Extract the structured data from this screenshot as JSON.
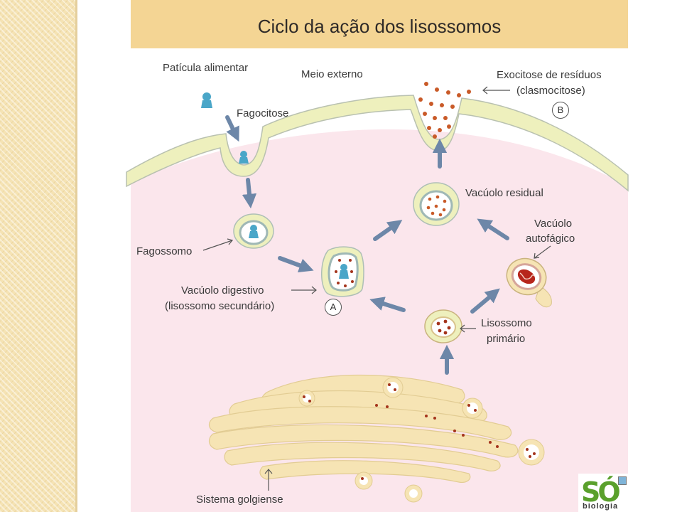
{
  "title": "Ciclo da ação dos lisossomos",
  "labels": {
    "particula": "Patícula alimentar",
    "meio_externo": "Meio externo",
    "exocitose_1": "Exocitose de resíduos",
    "exocitose_2": "(clasmocitose)",
    "fagocitose": "Fagocitose",
    "vacuolo_residual": "Vacúolo residual",
    "vacuolo_autofagico_1": "Vacúolo",
    "vacuolo_autofagico_2": "autofágico",
    "fagossomo": "Fagossomo",
    "vacuolo_digestivo_1": "Vacúolo digestivo",
    "vacuolo_digestivo_2": "(lisossomo secundário)",
    "lisossomo_primario_1": "Lisossomo",
    "lisossomo_primario_2": "primário",
    "sistema_golgiense": "Sistema golgiense"
  },
  "markers": {
    "a": "A",
    "b": "B"
  },
  "logo": {
    "mark": "SÓ",
    "text": "biologia"
  },
  "colors": {
    "cytoplasm": "#fbe6ec",
    "membrane": "#eef0bd",
    "membrane_edge": "#b9c1b0",
    "golgi": "#f6e4b4",
    "particle": "#4aa6c8",
    "granule": "#a4341c",
    "arrow": "#6d87a8"
  }
}
